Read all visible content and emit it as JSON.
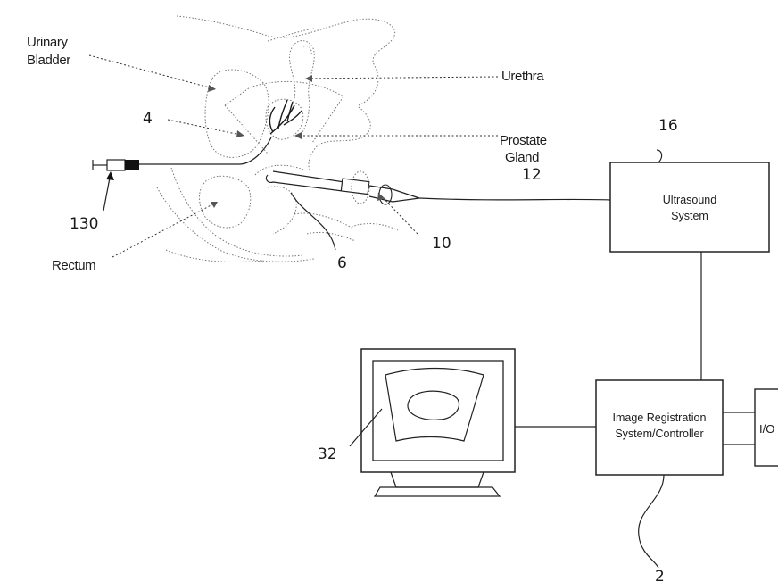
{
  "anatomy": {
    "urinary_bladder": [
      "Urinary",
      "Bladder"
    ],
    "urethra": "Urethra",
    "prostate_gland": [
      "Prostate",
      "Gland"
    ],
    "rectum": "Rectum"
  },
  "refs": {
    "r4": "4",
    "r6": "6",
    "r10": "10",
    "r12": "12",
    "r16": "16",
    "r32": "32",
    "r130": "130",
    "r2": "2"
  },
  "boxes": {
    "ultrasound": [
      "Ultrasound",
      "System"
    ],
    "registration": [
      "Image Registration",
      "System/Controller"
    ],
    "io": "I/O"
  }
}
